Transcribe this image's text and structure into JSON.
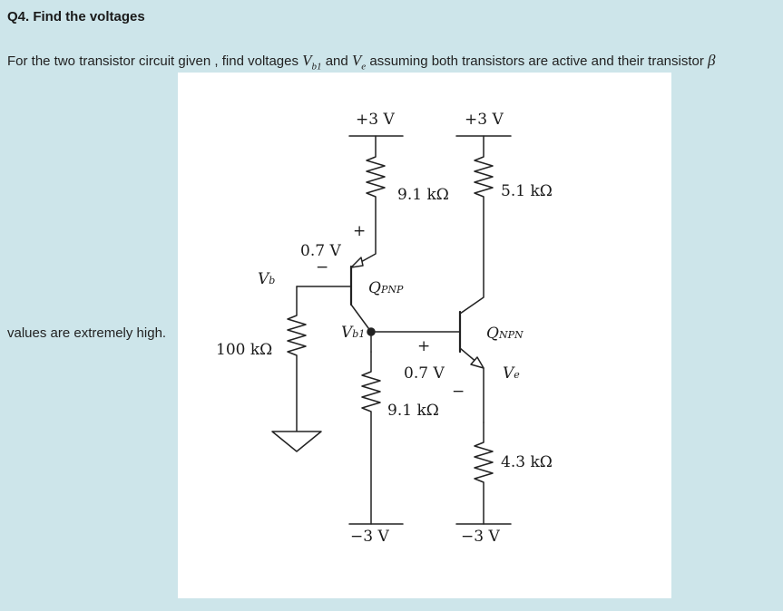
{
  "question": {
    "title": "Q4. Find the voltages",
    "intro_before_vb1": "For the two transistor circuit given , find voltages ",
    "vb1_main": "V",
    "vb1_sub": "b1",
    "and_text": " and ",
    "ve_main": "V",
    "ve_sub": "e",
    "intro_after_ve": " assuming both transistors are active and their transistor ",
    "beta_symbol": "β",
    "continuation": "values are extremely high."
  },
  "circuit": {
    "supply_pos_left": "+3 V",
    "supply_pos_right": "+3 V",
    "supply_neg_left": "−3 V",
    "supply_neg_right": "−3 V",
    "r_pnp_emitter": "9.1 kΩ",
    "r_npn_collector": "5.1 kΩ",
    "r_pnp_collector": "9.1 kΩ",
    "r_npn_emitter": "4.3 kΩ",
    "r_base": "100 kΩ",
    "veb_value": "0.7 V",
    "veb_plus": "+",
    "veb_minus": "−",
    "vbe_value": "0.7 V",
    "vbe_plus": "+",
    "vbe_minus": "−",
    "vb_main": "V",
    "vb_sub": "b",
    "vb1_main": "V",
    "vb1_sub": "b1",
    "ve_main": "V",
    "ve_sub": "e",
    "q_pnp_main": "Q",
    "q_pnp_sub": "PNP",
    "q_npn_main": "Q",
    "q_npn_sub": "NPN"
  }
}
